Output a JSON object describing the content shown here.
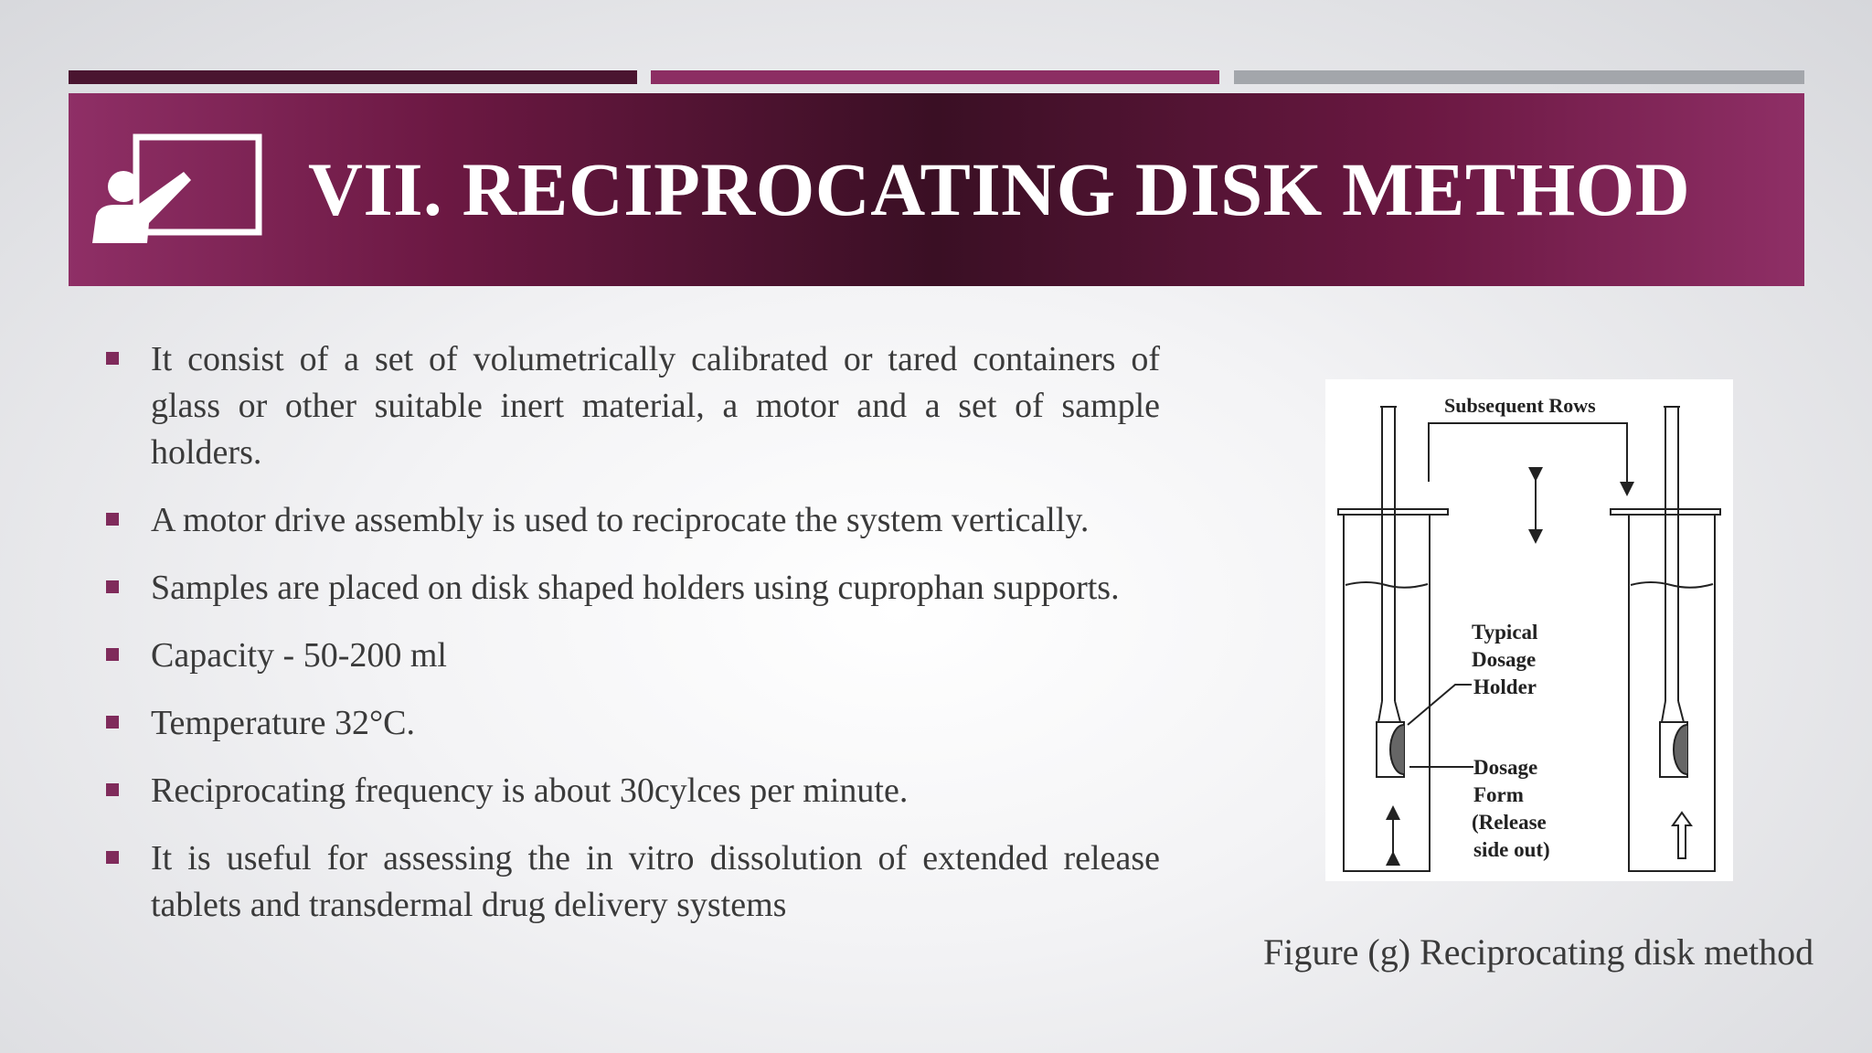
{
  "slide": {
    "title": "VII. RECIPROCATING DISK METHOD",
    "bullets": [
      "It consist of a set of volumetrically calibrated or tared containers of glass or other suitable inert material, a motor and a set of sample holders.",
      "A motor drive assembly is used to reciprocate the system vertically.",
      "Samples are placed on disk shaped holders using cuprophan supports.",
      "Capacity - 50-200 ml",
      "Temperature 32°C.",
      "Reciprocating frequency is about 30cylces per minute.",
      "It is useful for assessing the in vitro dissolution of extended release tablets and transdermal drug delivery systems"
    ]
  },
  "figure": {
    "caption": "Figure (g) Reciprocating disk method",
    "labels": {
      "rows": "Subsequent Rows",
      "holder": [
        "Typical",
        "Dosage",
        "Holder"
      ],
      "form": [
        "Dosage",
        "Form",
        "(Release",
        "side out)"
      ]
    }
  },
  "colors": {
    "bar_dark": "#4a1530",
    "bar_mid": "#8c2e63",
    "bar_grey": "#a3a6ab",
    "banner_edge": "#8f2f66",
    "banner_center": "#3a0f24",
    "bullet_marker": "#7f2b5b",
    "text": "#3a3a3a"
  },
  "icons": {
    "title_icon": "teacher-presenting-board-icon"
  }
}
